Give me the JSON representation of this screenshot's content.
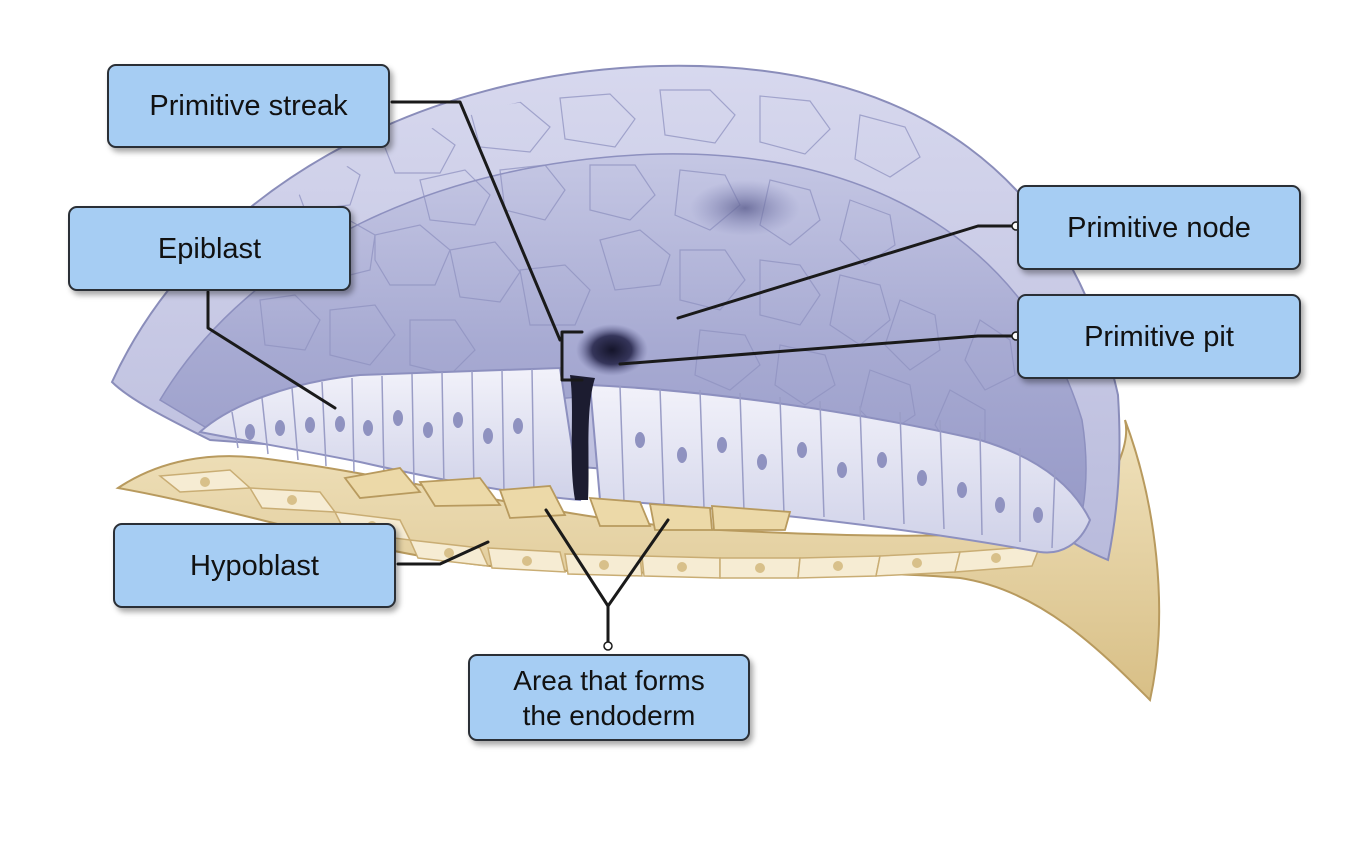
{
  "labels": {
    "primitive_streak": "Primitive streak",
    "epiblast": "Epiblast",
    "primitive_node": "Primitive node",
    "primitive_pit": "Primitive pit",
    "hypoblast": "Hypoblast",
    "endoderm_area": "Area that forms\nthe endoderm"
  },
  "colors": {
    "label_fill": "#a6cdf3",
    "label_border": "#2a2f36",
    "epiblast_surface": "#a3a7cf",
    "epiblast_cells": "#e8e9f6",
    "hypoblast": "#e6d3a6",
    "leader_line": "#1a1a1a"
  }
}
